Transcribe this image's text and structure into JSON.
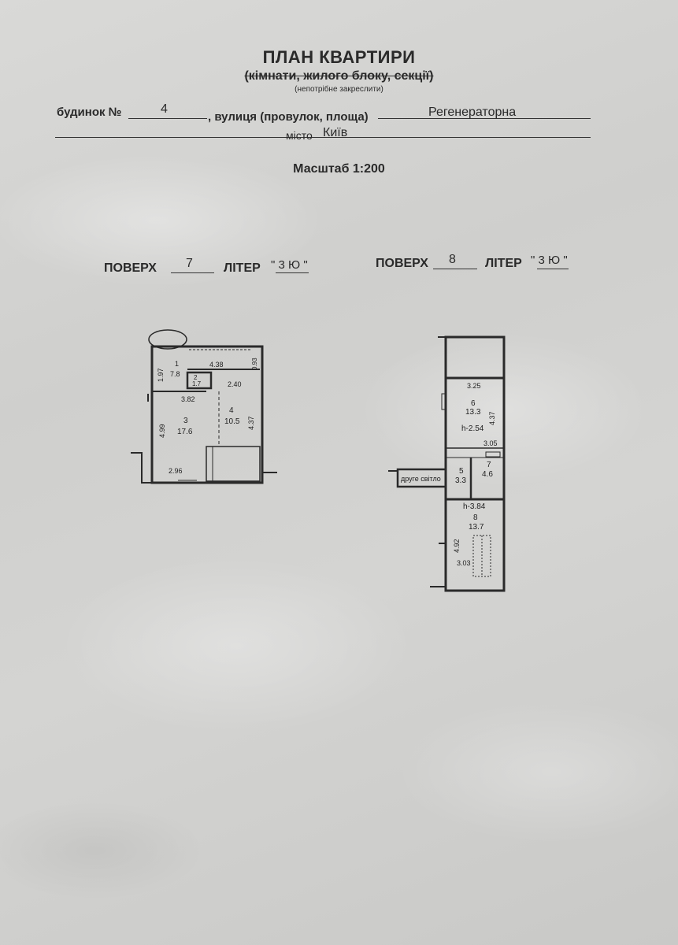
{
  "header": {
    "title": "ПЛАН КВАРТИРИ",
    "subtitle": "(кімнати, жилого блоку, секції)",
    "note": "(непотрібне закреслити)"
  },
  "address": {
    "house_label": "будинок №",
    "house_value": "4",
    "street_label": ", вулиця (провулок, площа)",
    "street_value": "Регенераторна",
    "city_label": "місто",
    "city_value": "Київ"
  },
  "scale": "Масштаб 1:200",
  "floors": [
    {
      "floor_label": "ПОВЕРХ",
      "floor_value": "7",
      "liter_label": "ЛІТЕР",
      "liter_value": "\" 3 Ю \""
    },
    {
      "floor_label": "ПОВЕРХ",
      "floor_value": "8",
      "liter_label": "ЛІТЕР",
      "liter_value": "\" 3 Ю \""
    }
  ],
  "plan7": {
    "room1_num": "1",
    "room1_area": "7.8",
    "room2_num": "2",
    "room2_area": "1.7",
    "room3_num": "3",
    "room3_area": "17.6",
    "room4_num": "4",
    "room4_area": "10.5",
    "dims": [
      "1.97",
      "4.38",
      "0.93",
      "2.40",
      "3.82",
      "4.99",
      "4.37",
      "2.96"
    ]
  },
  "plan8": {
    "room6_num": "6",
    "room6_area": "13.3",
    "room6_height": "h-2.54",
    "room5_num": "5",
    "room5_area": "3.3",
    "room7_num": "7",
    "room7_area": "4.6",
    "room8_num": "8",
    "room8_area": "13.7",
    "room8_height": "h-3.84",
    "second_light": "друге світло",
    "dims": [
      "3.25",
      "4.37",
      "3.05",
      "4.92",
      "3.03"
    ]
  }
}
